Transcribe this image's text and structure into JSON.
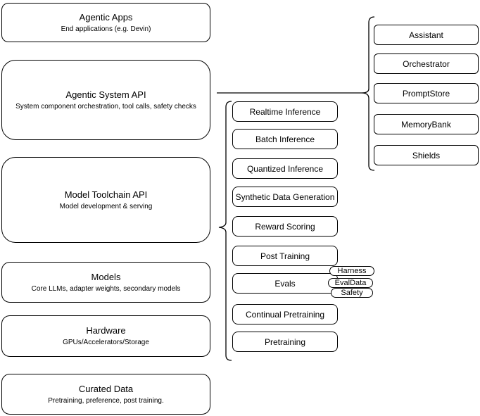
{
  "diagram": {
    "left_stack": [
      {
        "title": "Agentic Apps",
        "subtitle": "End applications (e.g. Devin)"
      },
      {
        "title": "Agentic System API",
        "subtitle": "System component orchestration, tool calls, safety checks"
      },
      {
        "title": "Model Toolchain API",
        "subtitle": "Model development & serving"
      },
      {
        "title": "Models",
        "subtitle": "Core LLMs, adapter weights, secondary models"
      },
      {
        "title": "Hardware",
        "subtitle": "GPUs/Accelerators/Storage"
      },
      {
        "title": "Curated Data",
        "subtitle": "Pretraining, preference, post training."
      }
    ],
    "toolchain_components": [
      "Realtime Inference",
      "Batch Inference",
      "Quantized Inference",
      "Synthetic Data Generation",
      "Reward Scoring",
      "Post Training",
      "Evals",
      "Continual Pretraining",
      "Pretraining"
    ],
    "eval_tags": [
      "Harness",
      "EvalData",
      "Safety"
    ],
    "agentic_components": [
      "Assistant",
      "Orchestrator",
      "PromptStore",
      "MemoryBank",
      "Shields"
    ],
    "colors": {
      "stroke": "#000000",
      "background": "#ffffff"
    }
  }
}
